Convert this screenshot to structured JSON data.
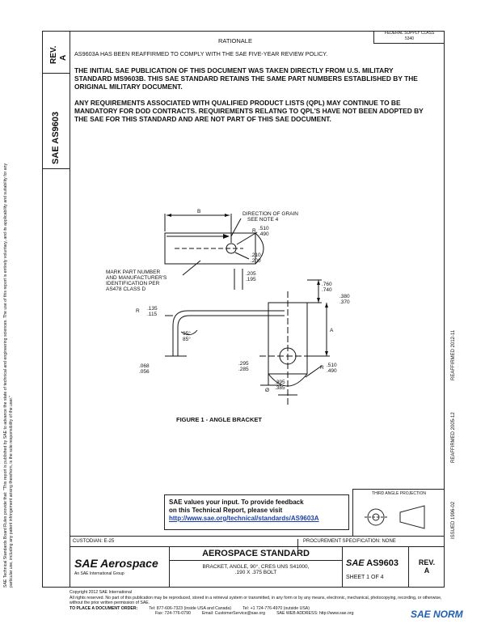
{
  "header": {
    "rev_label": "REV.",
    "rev_value": "A",
    "doc_number": "AS9603",
    "fed_class": "FEDERAL SUPPLY CLASS",
    "fed_code": "5340",
    "rationale_title": "RATIONALE",
    "rationale_text": "AS9603A HAS BEEN REAFFIRMED TO COMPLY WITH THE SAE FIVE-YEAR REVIEW POLICY."
  },
  "body": {
    "para1": "THE INITIAL SAE PUBLICATION OF THIS DOCUMENT WAS TAKEN DIRECTLY FROM U.S. MILITARY STANDARD MS9603B. THIS SAE STANDARD RETAINS THE SAME PART NUMBERS ESTABLISHED BY THE ORIGINAL MILITARY DOCUMENT.",
    "para2": "ANY REQUIREMENTS ASSOCIATED WITH QUALIFIED PRODUCT LISTS (QPL) MAY CONTINUE TO BE MANDATORY FOR DOD CONTRACTS. REQUIREMENTS RELATNG TO QPL'S HAVE NOT BEEN ADOPTED BY THE SAE FOR THIS STANDARD AND ARE NOT PART OF THIS SAE DOCUMENT."
  },
  "drawing": {
    "label_b": "B",
    "grain_note1": "DIRECTION OF GRAIN",
    "grain_note2": "SEE NOTE 4",
    "r_label": "R",
    "dim_510": ".510",
    "dim_490": ".490",
    "dim_210": ".210",
    "dim_200": ".200",
    "mark_note1": "MARK PART NUMBER",
    "mark_note2": "AND MANUFACTURER'S",
    "mark_note3": "IDENTIFICATION PER",
    "mark_note4": "AS478  CLASS D",
    "dim_205": ".205",
    "dim_195": ".195",
    "dim_760": ".760",
    "dim_740": ".740",
    "dim_380": ".380",
    "dim_370": ".370",
    "dim_135": ".135",
    "dim_115": ".115",
    "label_a": "A",
    "angle_95": "95°",
    "angle_85": "85°",
    "dim_068": ".068",
    "dim_056": ".056",
    "dim_295": ".295",
    "dim_285": ".285",
    "dim_395": ".395",
    "dim_385": ".385",
    "diam_symbol": "Ø",
    "figure_caption": "FIGURE 1 - ANGLE BRACKET",
    "third_angle": "THIRD ANGLE PROJECTION"
  },
  "feedback": {
    "line1": "SAE values your input. To provide feedback",
    "line2": "on this Technical Report, please visit",
    "link": "http://www.sae.org/technical/standards/AS9603A"
  },
  "titleblock": {
    "custodian": "CUSTODIAN: E-25",
    "procurement": "PROCUREMENT SPECIFICATION: NONE",
    "standard_title": "AEROSPACE STANDARD",
    "desc1": "BRACKET, ANGLE, 90°, CRES UNS S41000,",
    "desc2": ".190 X .375 BOLT",
    "logo_text": "SAE Aerospace",
    "logo_sub": "An SAE International Group",
    "sae_mark": "SAE",
    "doc_number": "AS9603",
    "sheet": "SHEET 1 OF 4",
    "rev_label": "REV.",
    "rev_value": "A"
  },
  "side": {
    "issued": "ISSUED 1996-02",
    "reaffirmed": "REAFFIRMED 2005-12",
    "revised": "REAFFIRMED 2012-11",
    "legal": "SAE Technical Standards Board Rules provide that: \"This report is published by SAE to advance the state of technical and engineering sciences. The use of this report is entirely voluntary, and its applicability and suitability for any particular use, including any patent infringement arising therefrom, is the sole responsibility of the user.\""
  },
  "footer": {
    "copyright": "Copyright 2012 SAE International",
    "rights": "All rights reserved. No part of this publication may be reproduced, stored in a retrieval system or transmitted, in any form or by any means, electronic, mechanical, photocopying, recording, or otherwise, without the prior written permission of SAE.",
    "order": "TO PLACE A DOCUMENT ORDER:",
    "tel": "Tel: 877-606-7323 (inside USA and Canada)",
    "tel2": "Tel: +1 724-776-4970 (outside USA)",
    "fax": "Fax: 724-776-0790",
    "email": "Email: CustomerService@sae.org",
    "web": "SAE WEB ADDRESS: http://www.sae.org",
    "watermark": "SAE NORM"
  }
}
